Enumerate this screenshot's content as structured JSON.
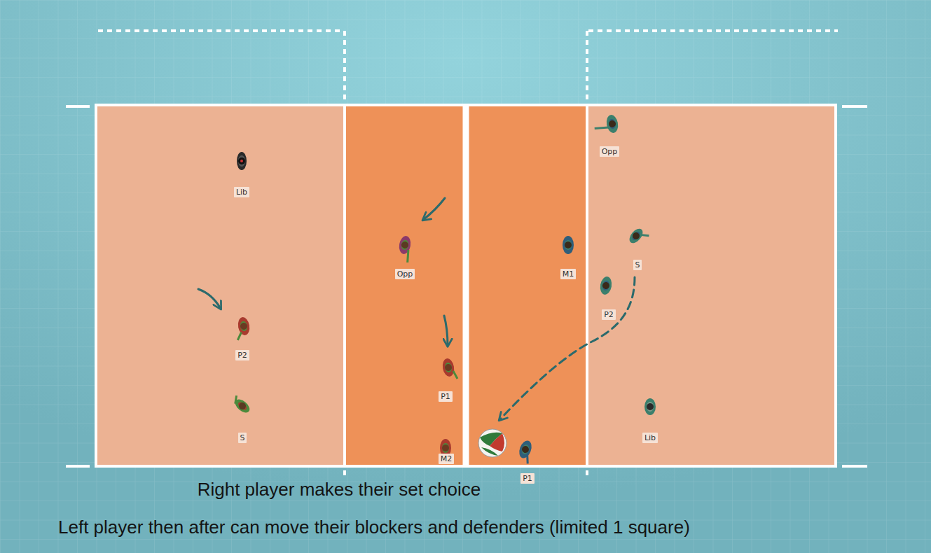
{
  "diagram": {
    "nodes": [
      {
        "text": [
          "Opp"
        ]
      },
      {
        "text": [
          "Lib"
        ]
      },
      {
        "text": [
          "S"
        ]
      },
      {
        "text": [
          "Opp"
        ]
      },
      {
        "text": [
          "M1"
        ]
      },
      {
        "text": [
          "P2"
        ]
      },
      {
        "text": [
          "P2"
        ]
      },
      {
        "text": [
          "P1"
        ]
      },
      {
        "text": [
          "S"
        ]
      },
      {
        "text": [
          "Lib"
        ]
      },
      {
        "text": [
          "M2"
        ]
      },
      {
        "text": [
          "P1"
        ]
      }
    ],
    "labels": [
      "Right player makes their set choice",
      "Left player then after can move their blockers and defenders (limited 1 square)"
    ]
  }
}
